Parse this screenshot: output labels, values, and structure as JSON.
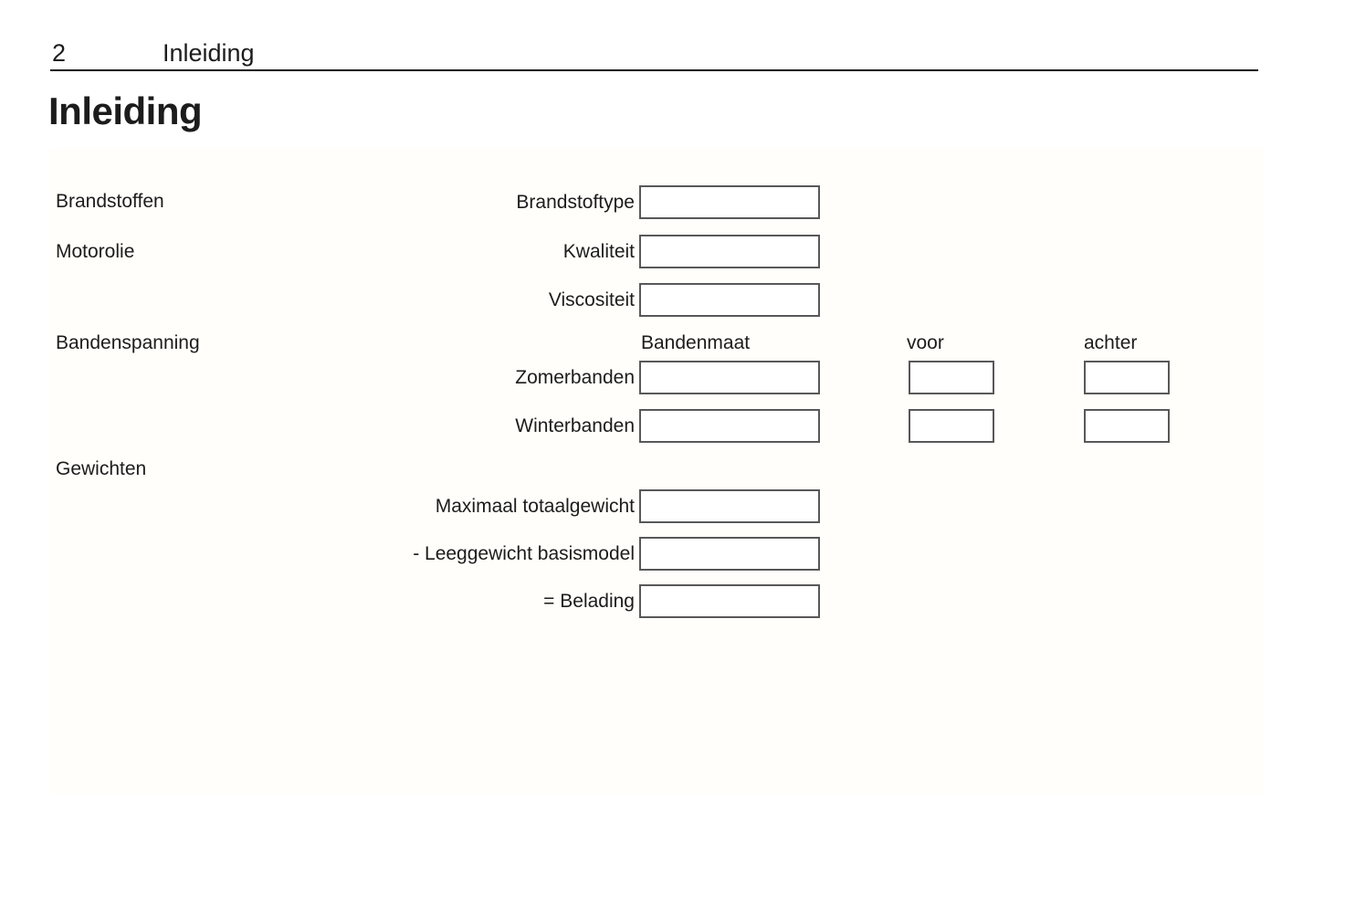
{
  "page": {
    "number": "2",
    "running_title": "Inleiding"
  },
  "title": "Inleiding",
  "form": {
    "sections": {
      "fuels": {
        "label": "Brandstoffen"
      },
      "oil": {
        "label": "Motorolie"
      },
      "tires": {
        "label": "Bandenspanning"
      },
      "weights": {
        "label": "Gewichten"
      }
    },
    "fields": {
      "fuel_type": {
        "label": "Brandstoftype",
        "value": ""
      },
      "quality": {
        "label": "Kwaliteit",
        "value": ""
      },
      "viscosity": {
        "label": "Viscositeit",
        "value": ""
      },
      "max_weight": {
        "label": "Maximaal totaalgewicht",
        "value": ""
      },
      "empty_weight": {
        "label": "- Leeggewicht basismodel",
        "value": ""
      },
      "payload": {
        "label": "= Belading",
        "value": ""
      }
    },
    "tire_table": {
      "headers": {
        "size": "Bandenmaat",
        "front": "voor",
        "rear": "achter"
      },
      "rows": {
        "summer": {
          "label": "Zomerbanden",
          "size": "",
          "front": "",
          "rear": ""
        },
        "winter": {
          "label": "Winterbanden",
          "size": "",
          "front": "",
          "rear": ""
        }
      }
    }
  }
}
